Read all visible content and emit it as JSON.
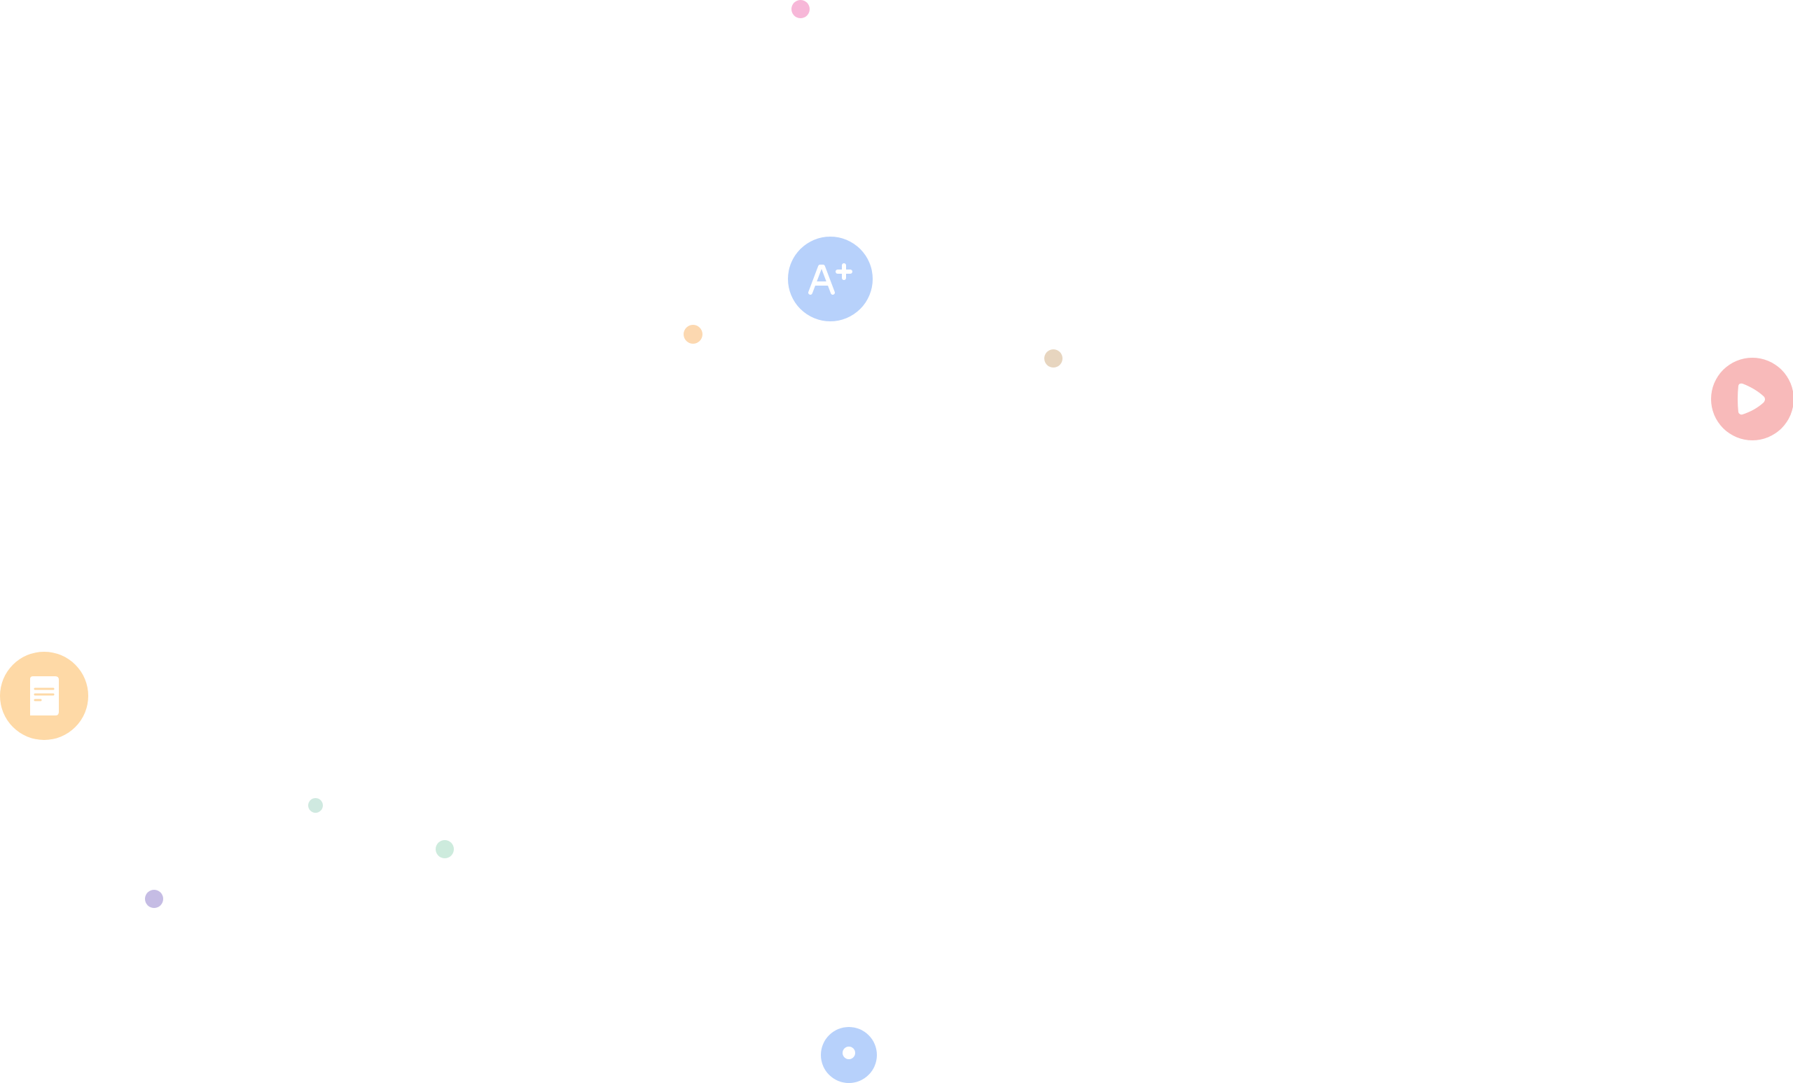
{
  "decor": {
    "icons": [
      {
        "name": "grade-a-plus-icon",
        "color": "#b7d1fb"
      },
      {
        "name": "play-icon",
        "color": "#f8baba"
      },
      {
        "name": "document-icon",
        "color": "#fed9a6"
      },
      {
        "name": "record-icon",
        "color": "#b7d1fb"
      }
    ],
    "dots": [
      {
        "name": "pink-dot",
        "color": "#f7b7d8"
      },
      {
        "name": "orange-dot",
        "color": "#fcd8b0"
      },
      {
        "name": "tan-dot",
        "color": "#e7d5bf"
      },
      {
        "name": "mint-dot-small",
        "color": "#cfe9e0"
      },
      {
        "name": "mint-dot",
        "color": "#cdebdd"
      },
      {
        "name": "lavender-dot",
        "color": "#c5bce4"
      }
    ]
  }
}
